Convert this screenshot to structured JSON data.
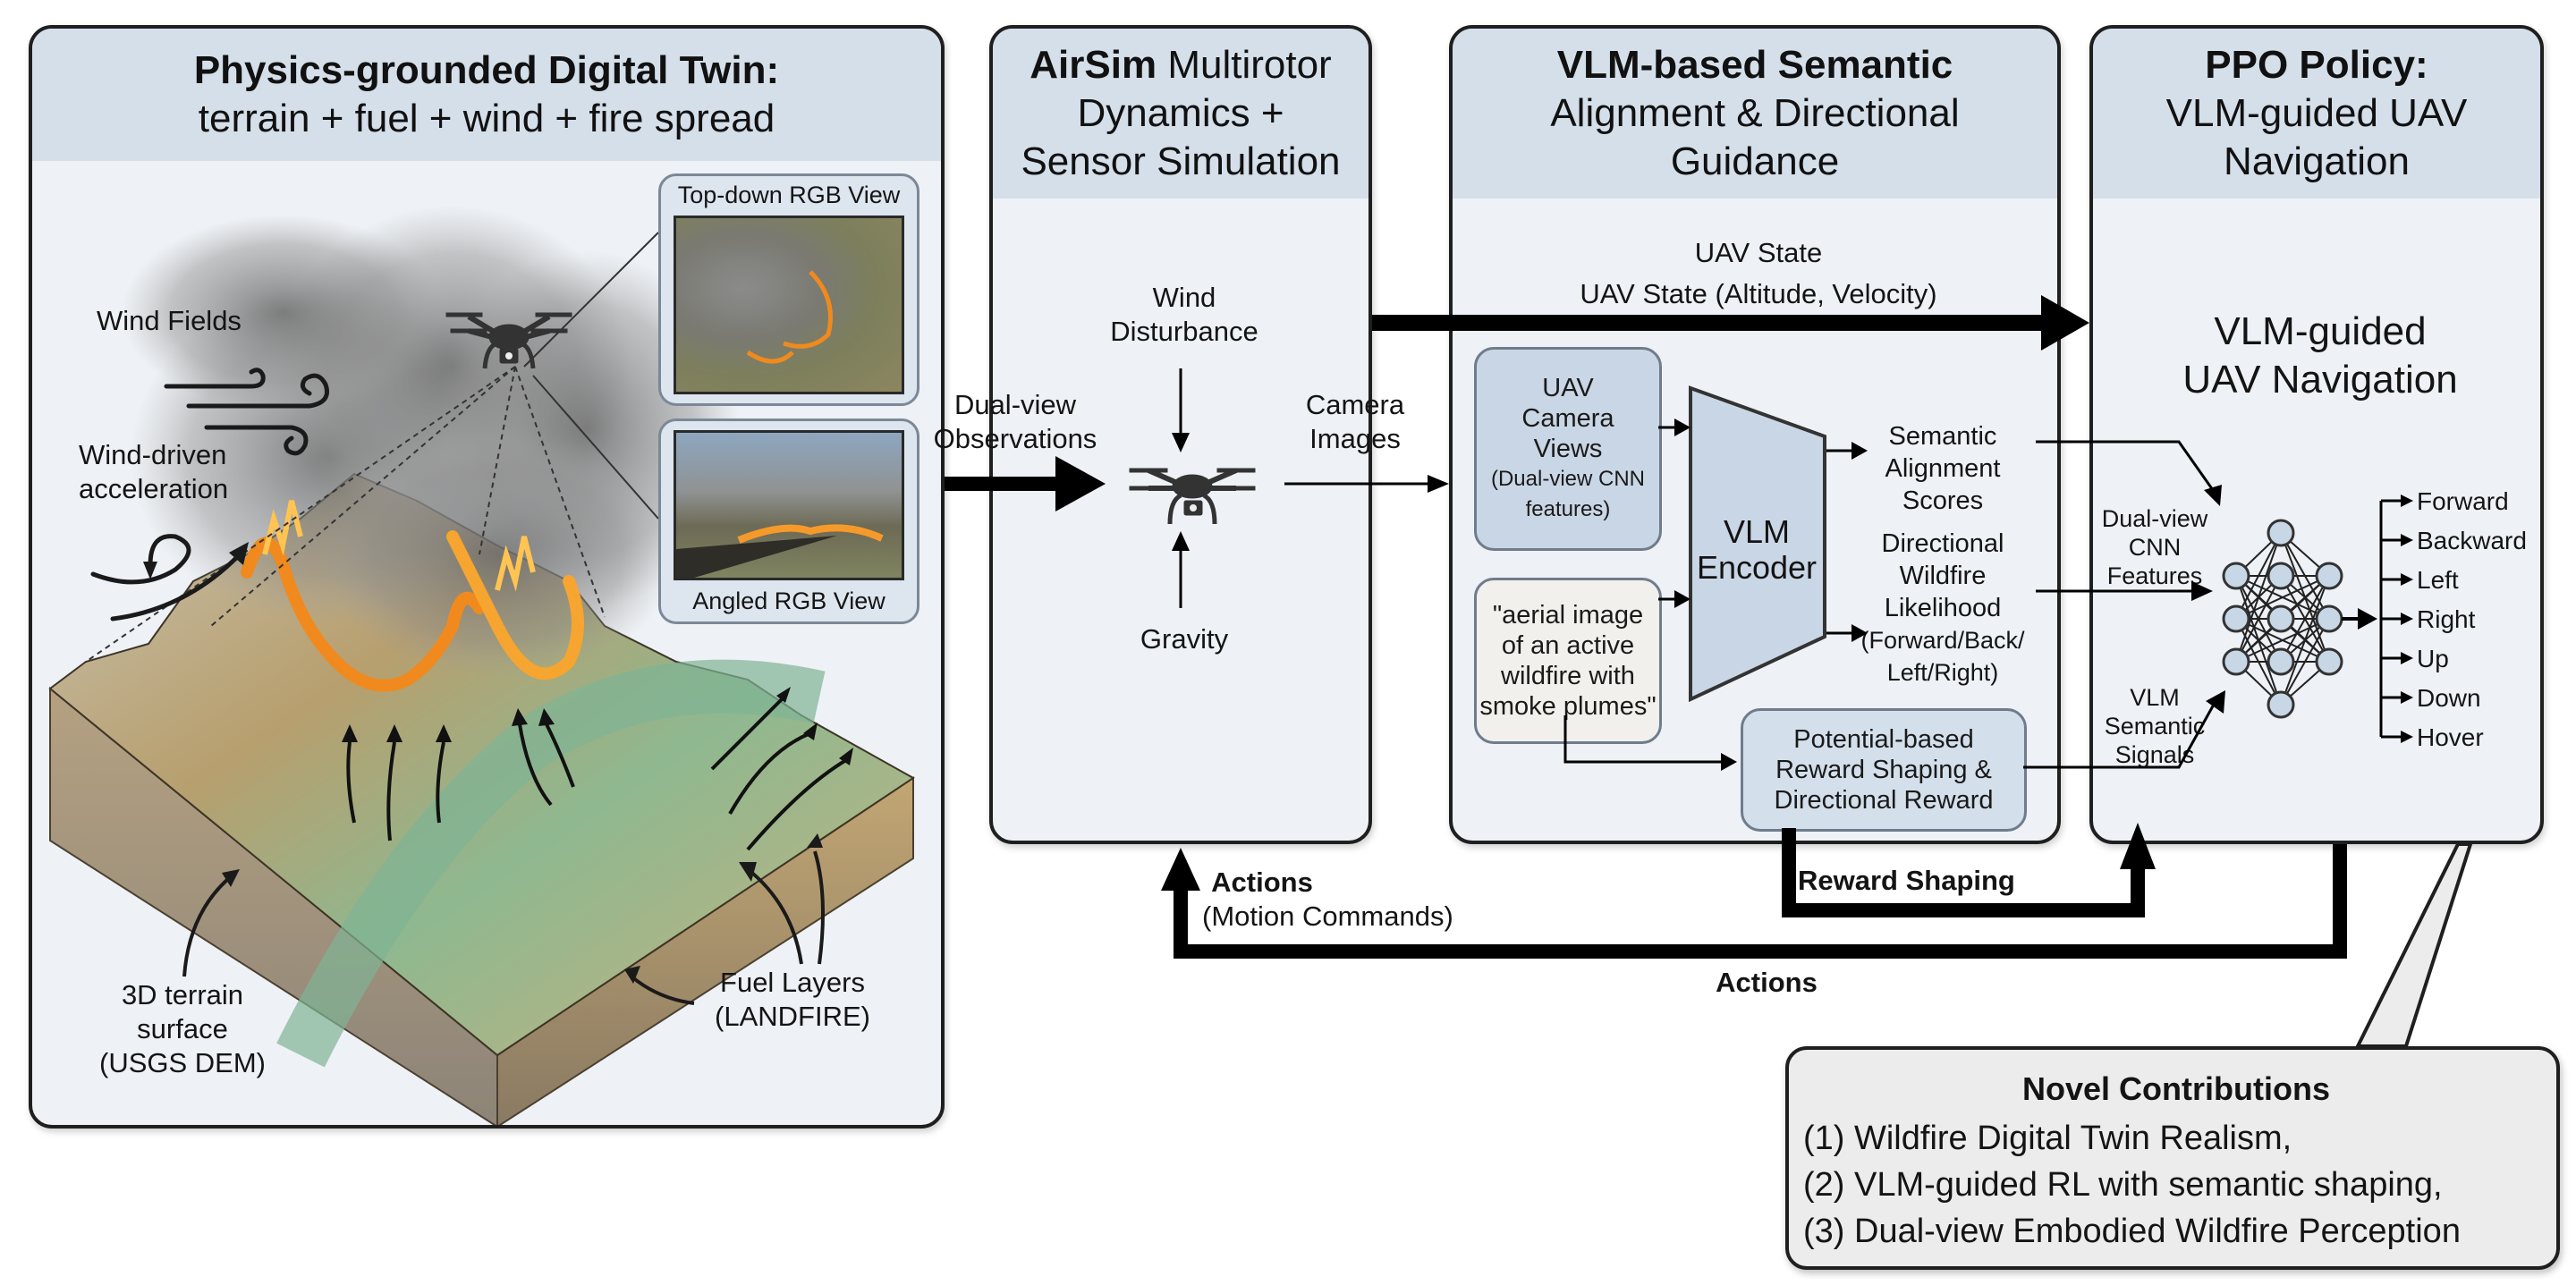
{
  "panels": {
    "digital_twin": {
      "title_bold": "Physics-grounded Digital Twin:",
      "subtitle": "terrain + fuel + wind + fire spread",
      "labels": {
        "wind_fields": "Wind Fields",
        "wind_driven_1": "Wind-driven",
        "wind_driven_2": "acceleration",
        "terrain_1": "3D terrain",
        "terrain_2": "surface",
        "terrain_3": "(USGS DEM)",
        "fuel_1": "Fuel Layers",
        "fuel_2": "(LANDFIRE)"
      },
      "views": {
        "top_down": "Top-down RGB View",
        "angled": "Angled RGB View"
      }
    },
    "airsim": {
      "title_bold": "AirSim",
      "title_rest": " Multirotor",
      "title_line2": "Dynamics +",
      "title_line3": "Sensor Simulation",
      "wind_1": "Wind",
      "wind_2": "Disturbance",
      "gravity": "Gravity"
    },
    "vlm": {
      "title_bold": "VLM-based Semantic",
      "title_line2": "Alignment & Directional",
      "title_line3": "Guidance",
      "uav_state_1": "UAV State",
      "uav_state_2": "UAV State (Altitude, Velocity)",
      "camera_box": [
        "UAV",
        "Camera",
        "Views",
        "(Dual-view CNN",
        "features)"
      ],
      "prompt_box": [
        "\"aerial image",
        "of an active",
        "wildfire with",
        "smoke plumes\""
      ],
      "encoder_1": "VLM",
      "encoder_2": "Encoder",
      "semantic_out": [
        "Semantic",
        "Alignment",
        "Scores"
      ],
      "directional_out": [
        "Directional",
        "Wildfire",
        "Likelihood",
        "(Forward/Back/",
        "Left/Right)"
      ],
      "reward_box": [
        "Potential-based",
        "Reward Shaping &",
        "Directional Reward"
      ]
    },
    "ppo": {
      "title_bold": "PPO Policy:",
      "title_line2": "VLM-guided UAV",
      "title_line3": "Navigation",
      "body_1": "VLM-guided",
      "body_2": "UAV Navigation",
      "cnn_label": [
        "Dual-view",
        "CNN",
        "Features"
      ],
      "vlm_label": [
        "VLM",
        "Semantic",
        "Signals"
      ],
      "actions": [
        "Forward",
        "Backward",
        "Left",
        "Right",
        "Up",
        "Down",
        "Hover"
      ]
    }
  },
  "connectors": {
    "dual_view_1": "Dual-view",
    "dual_view_2": "Observations",
    "camera_1": "Camera",
    "camera_2": "Images",
    "actions_motion_1": "Actions",
    "actions_motion_2": "(Motion Commands)",
    "reward_shaping": "Reward Shaping",
    "actions_bottom": "Actions"
  },
  "contributions": {
    "title": "Novel Contributions",
    "items": [
      "(1) Wildfire Digital Twin Realism,",
      "(2) VLM-guided RL with semantic shaping,",
      "(3) Dual-view Embodied Wildfire Perception"
    ]
  },
  "colors": {
    "panel_header": "#d5dfea",
    "panel_body": "#eef1f5",
    "subbox_blue": "#c9d6e5",
    "node_fill": "#c8d7e6",
    "fire": "#f08a1e"
  }
}
